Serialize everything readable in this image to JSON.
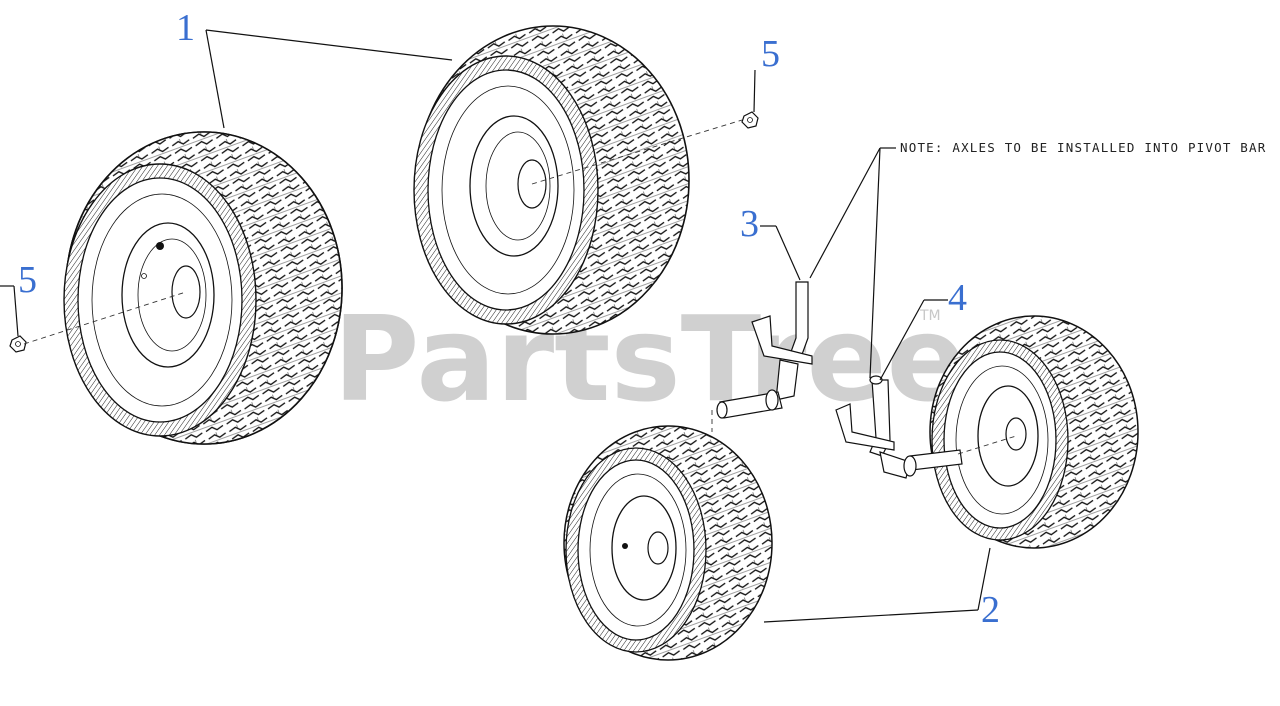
{
  "watermark": {
    "text": "PartsTree",
    "tm": "TM"
  },
  "note": {
    "text": "NOTE: AXLES TO BE INSTALLED INTO PIVOT BAR"
  },
  "callouts": {
    "c1": "1",
    "c2": "2",
    "c3": "3",
    "c4": "4",
    "c5_top": "5",
    "c5_left": "5"
  },
  "colors": {
    "callout": "#3a6fd0",
    "watermark": "#c8c8c8",
    "lines": "#111111"
  }
}
